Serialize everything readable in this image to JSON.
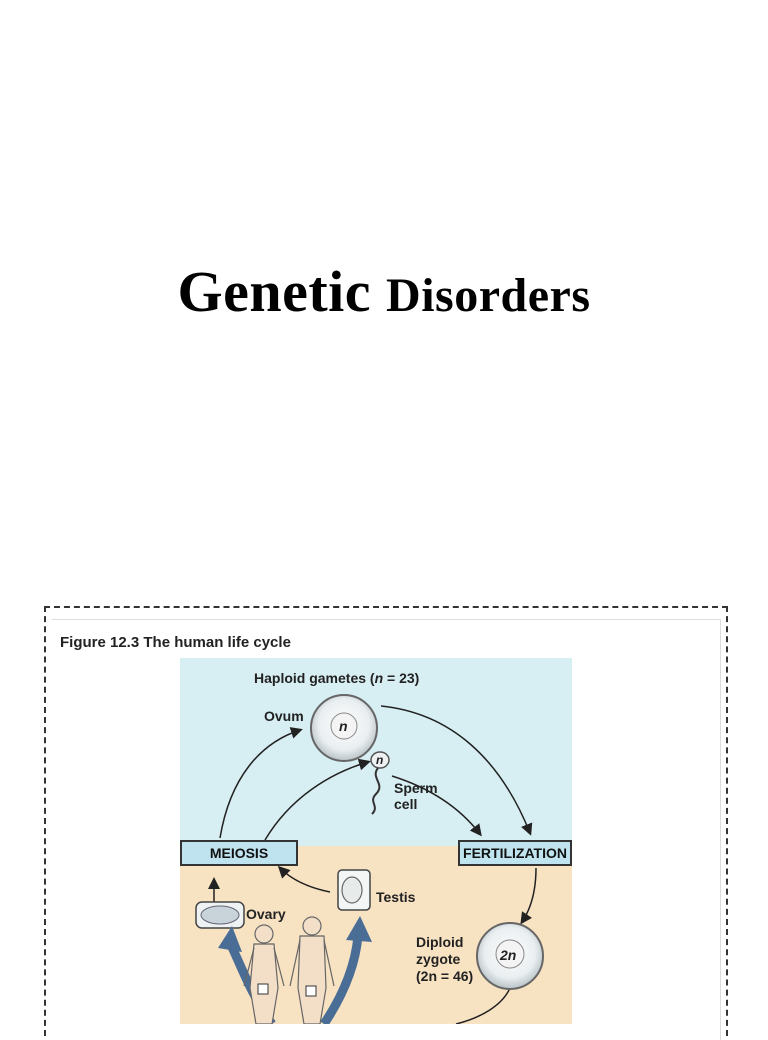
{
  "title": {
    "word1": "Genetic",
    "word2": "Disorders"
  },
  "figure": {
    "caption": "Figure 12.3 The human life cycle",
    "haploid_label_pre": "Haploid gametes (",
    "haploid_n": "n",
    "haploid_label_post": " = 23)",
    "ovum_label": "Ovum",
    "ovum_symbol": "n",
    "sperm_symbol": "n",
    "sperm_label_line1": "Sperm",
    "sperm_label_line2": "cell",
    "meiosis_label": "MEIOSIS",
    "fertilization_label": "FERTILIZATION",
    "testis_label": "Testis",
    "ovary_label": "Ovary",
    "zygote_line1": "Diploid",
    "zygote_line2": "zygote",
    "zygote_line3": "(2n = 46)",
    "zygote_symbol": "2n",
    "colors": {
      "haploid_bg": "#d7eef2",
      "diploid_bg": "#f7e2c2",
      "box_bg": "#bfe3ef",
      "arrow": "#4a6d95"
    }
  }
}
